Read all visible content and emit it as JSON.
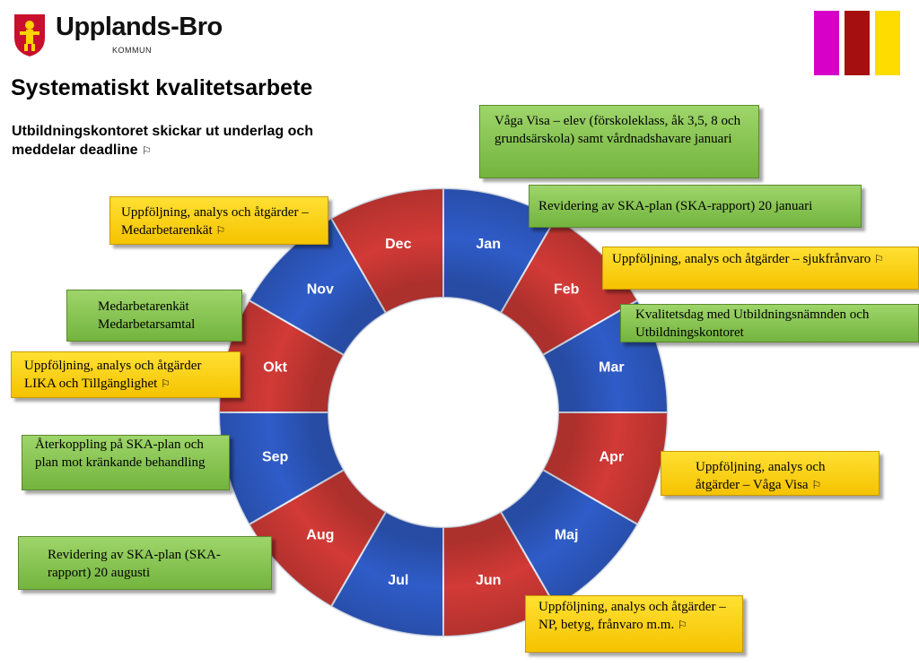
{
  "header": {
    "brand_name": "Upplands-Bro",
    "brand_sub": "KOMMUN",
    "title": "Systematiskt kvalitetsarbete",
    "subtitle": "Utbildningskontoret skickar ut underlag och meddelar deadline",
    "flag_glyph": "⚐",
    "stripe_colors": [
      "#d600c8",
      "#a60f0f",
      "#ffdc00"
    ]
  },
  "wheel": {
    "segments": [
      {
        "label": "Jan",
        "color": "#2f5cc8"
      },
      {
        "label": "Feb",
        "color": "#d23a36"
      },
      {
        "label": "Mar",
        "color": "#2f5cc8"
      },
      {
        "label": "Apr",
        "color": "#d23a36"
      },
      {
        "label": "Maj",
        "color": "#2f5cc8"
      },
      {
        "label": "Jun",
        "color": "#d23a36"
      },
      {
        "label": "Jul",
        "color": "#2f5cc8"
      },
      {
        "label": "Aug",
        "color": "#d23a36"
      },
      {
        "label": "Sep",
        "color": "#2f5cc8"
      },
      {
        "label": "Okt",
        "color": "#d23a36"
      },
      {
        "label": "Nov",
        "color": "#2f5cc8"
      },
      {
        "label": "Dec",
        "color": "#d23a36"
      }
    ]
  },
  "boxes": {
    "vaga_visa_jan": "Våga Visa – elev (förskoleklass, åk 3,5, 8 och grundsärskola) samt vårdnadshavare januari",
    "revidering_jan": "Revidering av SKA-plan (SKA-rapport) 20 januari",
    "sjukfranvaro": "Uppföljning, analys och åtgärder – sjukfrånvaro",
    "kvalitetsdag": "Kvalitetsdag med Utbildningsnämnden och Utbildningskontoret",
    "vaga_visa_apr": "Uppföljning, analys och åtgärder – Våga Visa",
    "np_betyg": "Uppföljning, analys och åtgärder – NP, betyg, frånvaro m.m.",
    "medarbetarenkat_dec": "Uppföljning, analys och åtgärder – Medarbetarenkät",
    "medarbetar_nov_1": "Medarbetarenkät",
    "medarbetar_nov_2": "Medarbetarsamtal",
    "lika": "Uppföljning, analys och åtgärder LIKA och Tillgänglighet",
    "aterkoppling": "Återkoppling på SKA-plan och plan mot kränkande behandling",
    "revidering_aug": "Revidering av SKA-plan (SKA-rapport) 20 augusti"
  }
}
